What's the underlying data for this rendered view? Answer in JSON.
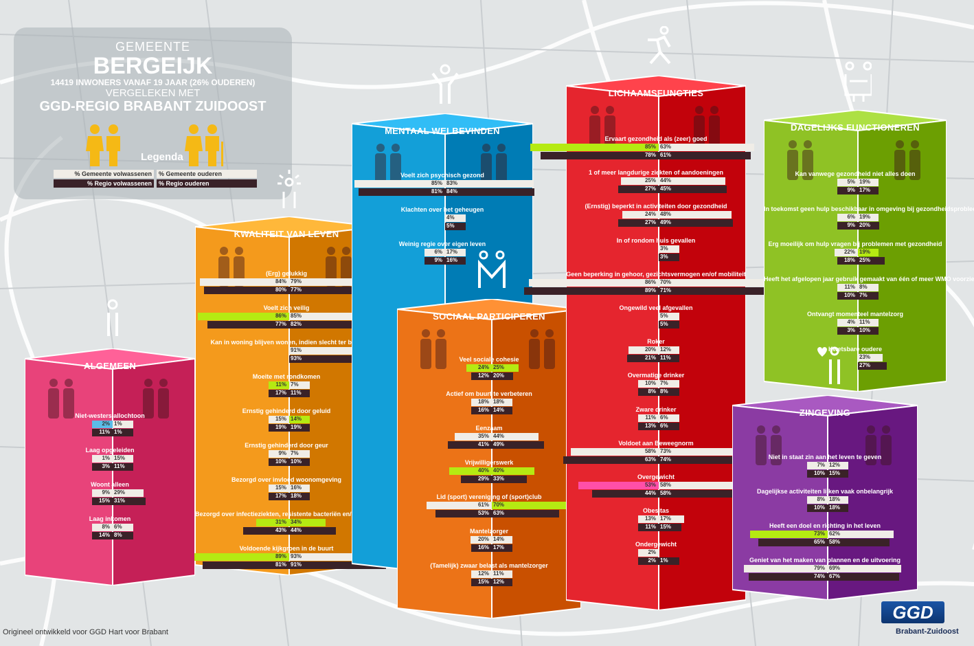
{
  "header": {
    "gemeente_label": "GEMEENTE",
    "name": "BERGEIJK",
    "inhabitants": "14419 INWONERS VANAF 19 JAAR (26% OUDEREN)",
    "compared": "VERGELEKEN MET",
    "region": "GGD-REGIO BRABANT ZUIDOOST",
    "legend_title": "Legenda",
    "legend": [
      "% Gemeente volwassenen",
      "% Gemeente ouderen",
      "% Regio volwassenen",
      "% Regio ouderen"
    ]
  },
  "footer": {
    "credit": "Origineel ontwikkeld voor GGD Hart voor Brabant",
    "logo_text": "GGD",
    "logo_sub": "Brabant-Zuidoost"
  },
  "colors": {
    "pink": "#e8437a",
    "orange": "#f49a1c",
    "blue": "#139fd8",
    "dark_orange": "#ec7317",
    "red": "#e5252e",
    "green": "#8fc225",
    "purple": "#8b3ba3",
    "highlight_green": "#b5ea12",
    "highlight_blue": "#5bbde8",
    "highlight_pink": "#ff4fa8",
    "bar_light": "#f0ede7",
    "bar_dark": "#3a2228"
  },
  "chart_data": [
    {
      "type": "bar",
      "title": "ALGEMEEN",
      "series": [
        "% Gemeente volwassenen",
        "% Gemeente ouderen",
        "% Regio volwassenen",
        "% Regio ouderen"
      ],
      "items": [
        {
          "label": "Niet-westers allochtoon",
          "gem": [
            2,
            1
          ],
          "reg": [
            11,
            1
          ],
          "hl": "blue"
        },
        {
          "label": "Laag opgeleiden",
          "gem": [
            1,
            15
          ],
          "reg": [
            3,
            11
          ]
        },
        {
          "label": "Woont alleen",
          "gem": [
            9,
            29
          ],
          "reg": [
            15,
            31
          ]
        },
        {
          "label": "Laag inkomen",
          "gem": [
            8,
            6
          ],
          "reg": [
            14,
            8
          ]
        }
      ]
    },
    {
      "type": "bar",
      "title": "KWALITEIT VAN LEVEN",
      "items": [
        {
          "label": "(Erg) gelukkig",
          "gem": [
            84,
            79
          ],
          "reg": [
            80,
            77
          ]
        },
        {
          "label": "Voelt zich veilig",
          "gem": [
            86,
            85
          ],
          "reg": [
            77,
            82
          ],
          "hl": "left"
        },
        {
          "label": "Kan in woning blijven wonen, indien slecht ter been",
          "gem": [
            null,
            91
          ],
          "reg": [
            null,
            93
          ]
        },
        {
          "label": "Moeite met rondkomen",
          "gem": [
            11,
            7
          ],
          "reg": [
            17,
            11
          ],
          "hl": "left"
        },
        {
          "label": "Ernstig gehinderd door geluid",
          "gem": [
            15,
            14
          ],
          "reg": [
            19,
            19
          ],
          "hl": "right"
        },
        {
          "label": "Ernstig gehinderd door geur",
          "gem": [
            9,
            7
          ],
          "reg": [
            10,
            10
          ]
        },
        {
          "label": "Bezorgd over invloed woonomgeving",
          "gem": [
            15,
            16
          ],
          "reg": [
            17,
            18
          ]
        },
        {
          "label": "Bezorgd over infectieziekten, resistente bacteriën en/of fijnstof",
          "gem": [
            31,
            34
          ],
          "reg": [
            43,
            44
          ],
          "hl": "both"
        },
        {
          "label": "Voldoende kijkgroen in de buurt",
          "gem": [
            89,
            93
          ],
          "reg": [
            81,
            91
          ],
          "hl": "left"
        }
      ]
    },
    {
      "type": "bar",
      "title": "MENTAAL WELBEVINDEN",
      "items": [
        {
          "label": "Voelt zich psychisch gezond",
          "gem": [
            85,
            83
          ],
          "reg": [
            81,
            84
          ]
        },
        {
          "label": "Klachten over het geheugen",
          "gem": [
            null,
            4
          ],
          "reg": [
            null,
            5
          ]
        },
        {
          "label": "Weinig regie over eigen leven",
          "gem": [
            6,
            17
          ],
          "reg": [
            9,
            16
          ]
        }
      ]
    },
    {
      "type": "bar",
      "title": "SOCIAAL PARTICIPEREN",
      "items": [
        {
          "label": "Veel sociale cohesie",
          "gem": [
            24,
            25
          ],
          "reg": [
            12,
            20
          ],
          "hl": "both"
        },
        {
          "label": "Actief om buurt te verbeteren",
          "gem": [
            18,
            18
          ],
          "reg": [
            16,
            14
          ]
        },
        {
          "label": "Eenzaam",
          "gem": [
            35,
            44
          ],
          "reg": [
            41,
            49
          ]
        },
        {
          "label": "Vrijwilligerswerk",
          "gem": [
            40,
            40
          ],
          "reg": [
            29,
            33
          ],
          "hl": "both"
        },
        {
          "label": "Lid (sport) vereniging of (sport)club",
          "gem": [
            61,
            70
          ],
          "reg": [
            53,
            63
          ],
          "hl": "right"
        },
        {
          "label": "Mantelzorger",
          "gem": [
            20,
            14
          ],
          "reg": [
            16,
            17
          ]
        },
        {
          "label": "(Tamelijk) zwaar belast als mantelzorger",
          "gem": [
            12,
            11
          ],
          "reg": [
            15,
            12
          ]
        }
      ]
    },
    {
      "type": "bar",
      "title": "LICHAAMSFUNCTIES",
      "items": [
        {
          "label": "Ervaart gezondheid als (zeer) goed",
          "gem": [
            85,
            63
          ],
          "reg": [
            78,
            61
          ],
          "hl": "left"
        },
        {
          "label": "1 of meer langdurige ziekten of aandoeningen",
          "gem": [
            25,
            44
          ],
          "reg": [
            27,
            45
          ]
        },
        {
          "label": "(Ernstig) beperkt in activiteiten door gezondheid",
          "gem": [
            24,
            48
          ],
          "reg": [
            27,
            49
          ]
        },
        {
          "label": "In of rondom huis gevallen",
          "gem": [
            null,
            3
          ],
          "reg": [
            null,
            3
          ]
        },
        {
          "label": "Geen beperking in gehoor, gezichtsvermogen en/of mobiliteit",
          "gem": [
            86,
            70
          ],
          "reg": [
            89,
            71
          ]
        },
        {
          "label": "Ongewild veel afgevallen",
          "gem": [
            null,
            5
          ],
          "reg": [
            null,
            5
          ]
        },
        {
          "label": "Roker",
          "gem": [
            20,
            12
          ],
          "reg": [
            21,
            11
          ]
        },
        {
          "label": "Overmatige drinker",
          "gem": [
            10,
            7
          ],
          "reg": [
            8,
            8
          ]
        },
        {
          "label": "Zware drinker",
          "gem": [
            11,
            6
          ],
          "reg": [
            13,
            6
          ]
        },
        {
          "label": "Voldoet aan Beweegnorm",
          "gem": [
            58,
            73
          ],
          "reg": [
            63,
            74
          ]
        },
        {
          "label": "Overgewicht",
          "gem": [
            53,
            58
          ],
          "reg": [
            44,
            58
          ],
          "hl": "pink"
        },
        {
          "label": "Obesitas",
          "gem": [
            13,
            17
          ],
          "reg": [
            11,
            15
          ]
        },
        {
          "label": "Ondergewicht",
          "gem": [
            2,
            null
          ],
          "reg": [
            2,
            1
          ]
        }
      ]
    },
    {
      "type": "bar",
      "title": "DAGELIJKS FUNCTIONEREN",
      "items": [
        {
          "label": "Kan vanwege gezondheid niet alles doen",
          "gem": [
            5,
            19
          ],
          "reg": [
            9,
            17
          ]
        },
        {
          "label": "In toekomst geen hulp beschikbaar in omgeving bij gezondheidsprobleem",
          "gem": [
            6,
            19
          ],
          "reg": [
            9,
            20
          ]
        },
        {
          "label": "Erg moeilijk om hulp vragen bij problemen met gezondheid",
          "gem": [
            22,
            19
          ],
          "reg": [
            18,
            25
          ],
          "hl": "right"
        },
        {
          "label": "Heeft het afgelopen jaar gebruik gemaakt van één of meer WMO voorzieningen",
          "gem": [
            11,
            8
          ],
          "reg": [
            10,
            7
          ]
        },
        {
          "label": "Ontvangt momenteel mantelzorg",
          "gem": [
            4,
            11
          ],
          "reg": [
            3,
            10
          ]
        },
        {
          "label": "Kwetsbare oudere",
          "gem": [
            null,
            23
          ],
          "reg": [
            null,
            27
          ]
        }
      ]
    },
    {
      "type": "bar",
      "title": "ZINGEVING",
      "items": [
        {
          "label": "Niet in staat zin aan het leven te geven",
          "gem": [
            7,
            12
          ],
          "reg": [
            10,
            15
          ]
        },
        {
          "label": "Dagelijkse activiteiten lijken vaak onbelangrijk",
          "gem": [
            8,
            18
          ],
          "reg": [
            10,
            18
          ]
        },
        {
          "label": "Heeft een doel en richting in het leven",
          "gem": [
            73,
            62
          ],
          "reg": [
            65,
            58
          ],
          "hl": "left"
        },
        {
          "label": "Geniet van het maken van plannen en de uitvoering",
          "gem": [
            79,
            69
          ],
          "reg": [
            74,
            67
          ]
        }
      ]
    }
  ]
}
